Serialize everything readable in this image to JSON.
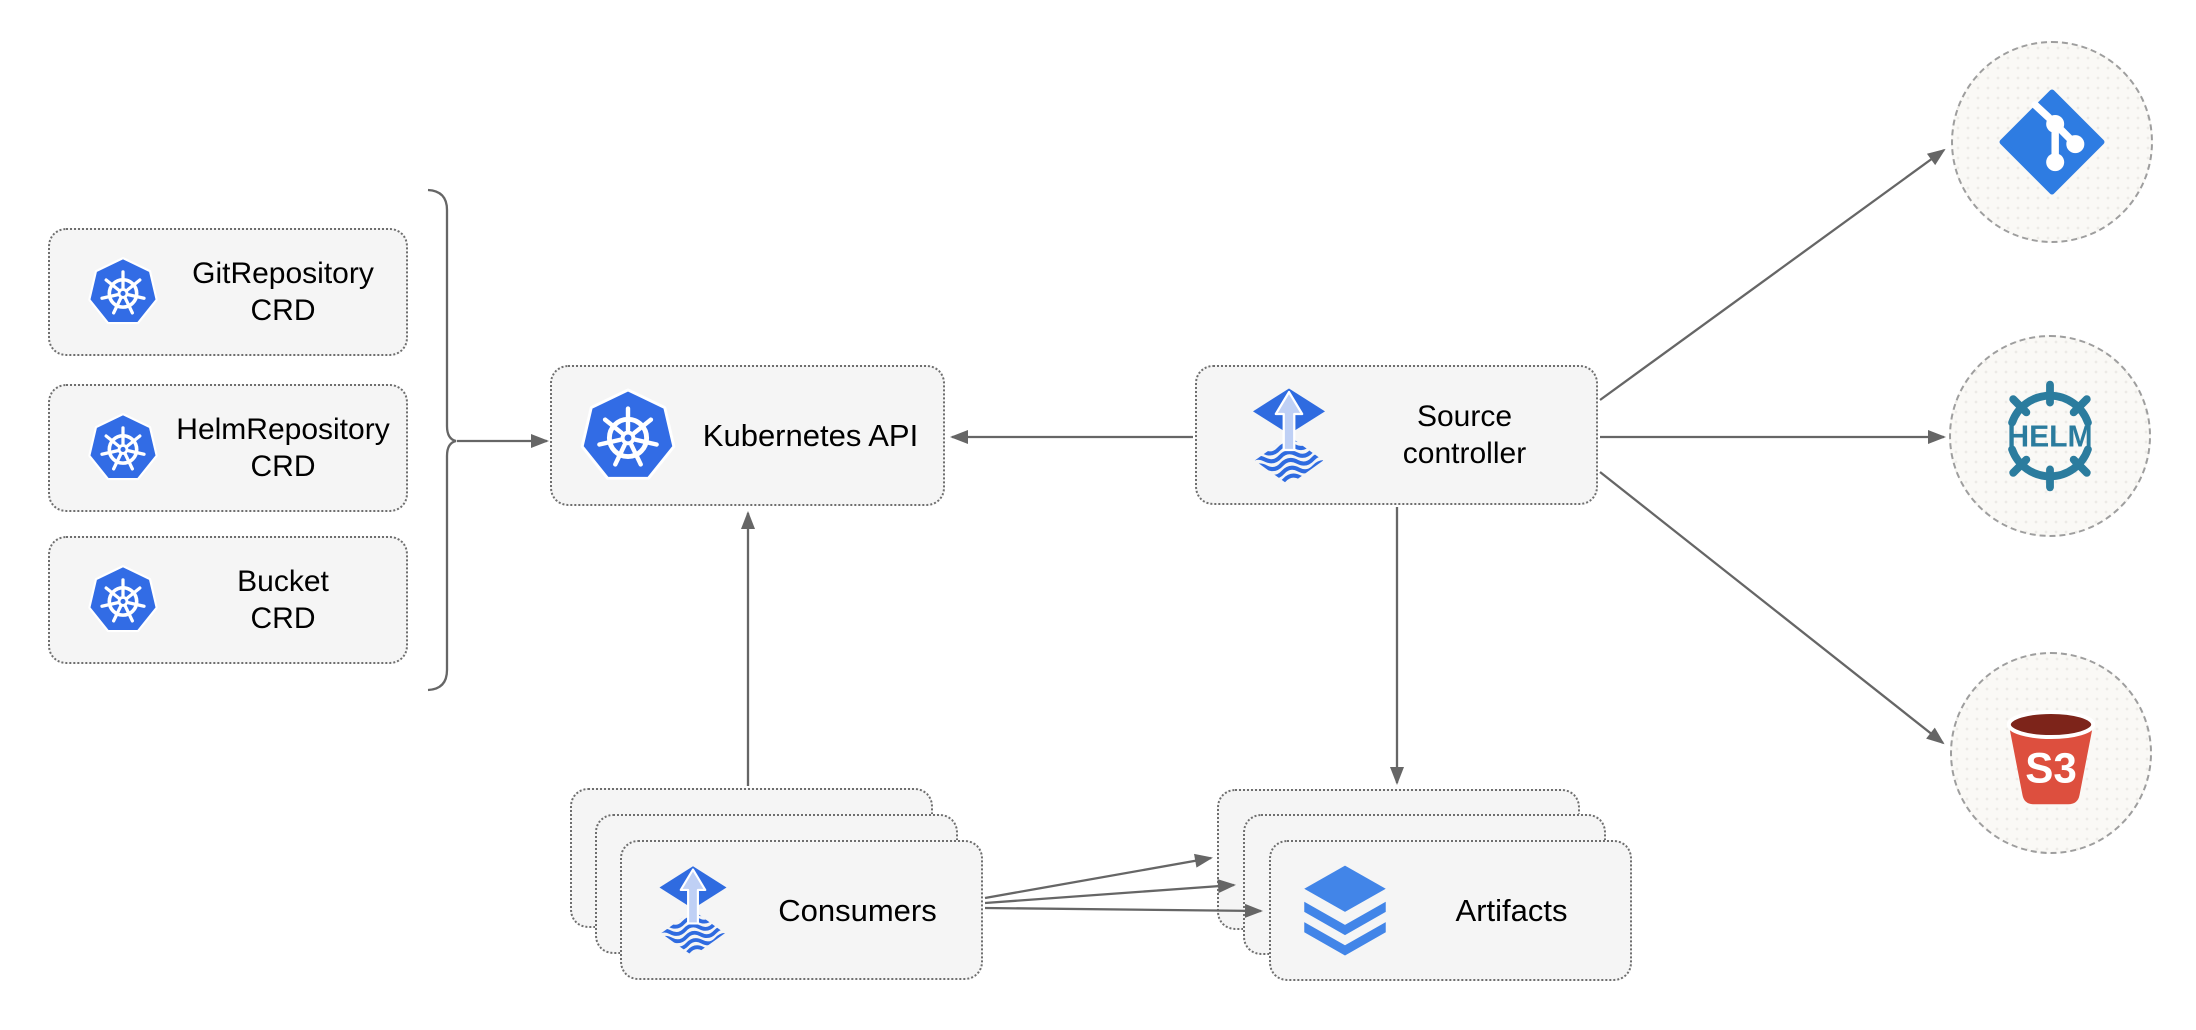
{
  "crd_boxes": [
    {
      "line1": "GitRepository",
      "line2": "CRD"
    },
    {
      "line1": "HelmRepository",
      "line2": "CRD"
    },
    {
      "line1": "Bucket",
      "line2": "CRD"
    }
  ],
  "kubernetes_api": {
    "label": "Kubernetes API"
  },
  "source_controller": {
    "line1": "Source",
    "line2": "controller"
  },
  "consumers": {
    "label": "Consumers"
  },
  "artifacts": {
    "label": "Artifacts"
  },
  "sources": {
    "helm_text": "HELM",
    "s3_text": "S3"
  },
  "colors": {
    "kubernetes_blue": "#326CE5",
    "flux_blue": "#2F6BE0",
    "flux_arrow_light": "#BFD0F5",
    "git_diamond_blue": "#2E7CE2",
    "helm_teal": "#2B7C9E",
    "s3_red": "#DD4F3E",
    "s3_dark_interior": "#7D241A",
    "layers_blue": "#4285E8",
    "connector_gray": "#666666",
    "box_background": "#F5F5F5",
    "box_border": "#6E6E6E",
    "circle_background": "#FAF9F6",
    "circle_border": "#9E9E9E"
  }
}
